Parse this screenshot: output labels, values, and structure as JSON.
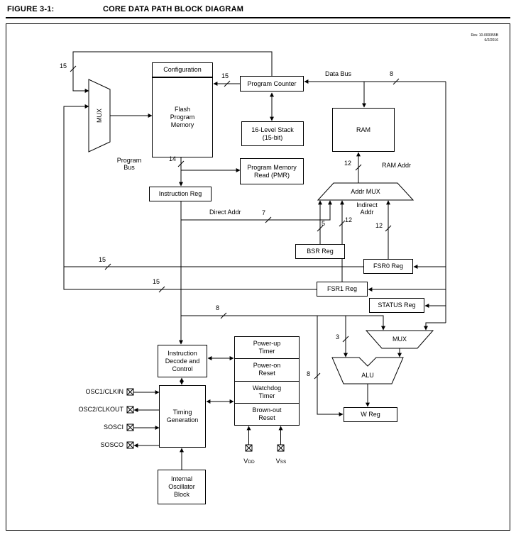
{
  "figure": {
    "label": "FIGURE 3-1:",
    "title": "CORE DATA PATH BLOCK DIAGRAM",
    "rev": "Rev. 10-000055B",
    "rev_date": "6/2/2016"
  },
  "blocks": {
    "configuration": "Configuration",
    "flash": "Flash\nProgram\nMemory",
    "mux_left": "MUX",
    "program_counter": "Program Counter",
    "stack": "16-Level Stack\n(15-bit)",
    "ram": "RAM",
    "pmr": "Program Memory\nRead (PMR)",
    "instruction_reg": "Instruction Reg",
    "addr_mux": "Addr MUX",
    "bsr_reg": "BSR Reg",
    "fsr0_reg": "FSR0 Reg",
    "fsr1_reg": "FSR1 Reg",
    "status_reg": "STATUS Reg",
    "mux_right": "MUX",
    "alu": "ALU",
    "w_reg": "W Reg",
    "decode": "Instruction\nDecode and\nControl",
    "timing": "Timing\nGeneration",
    "power_cells": [
      "Power-up\nTimer",
      "Power-on\nReset",
      "Watchdog\nTimer",
      "Brown-out\nReset"
    ],
    "int_osc": "Internal\nOscillator\nBlock"
  },
  "labels": {
    "data_bus": "Data Bus",
    "program_bus": "Program\nBus",
    "ram_addr": "RAM Addr",
    "direct_addr": "Direct Addr",
    "indirect_addr": "Indirect\nAddr"
  },
  "bus_widths": {
    "pc_top": "15",
    "pc_flash": "15",
    "data_bus": "8",
    "program_bus": "14",
    "ram_addr": "12",
    "direct": "7",
    "bsr": "5",
    "indirect_fsr1": "12",
    "indirect_fsr0": "12",
    "fsr0_mux": "15",
    "fsr1_mux": "15",
    "alu_bus": "8",
    "status_alu": "3",
    "w_bus": "8"
  },
  "pins": {
    "osc1": "OSC1/CLKIN",
    "osc2": "OSC2/CLKOUT",
    "sosci": "SOSCI",
    "sosco": "SOSCO",
    "vdd_base": "V",
    "vdd_sub": "DD",
    "vss_base": "V",
    "vss_sub": "SS"
  }
}
